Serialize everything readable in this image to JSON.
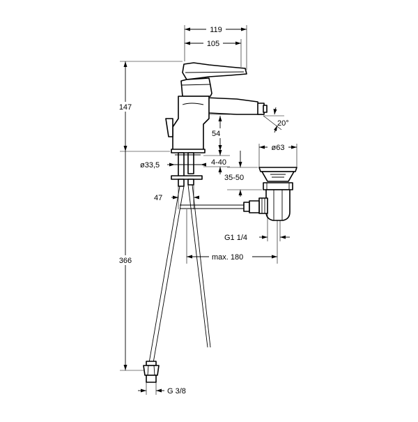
{
  "dimensions": {
    "width_outer": "119",
    "width_inner": "105",
    "height_top": "147",
    "height_spout": "54",
    "angle": "20°",
    "diameter_waste": "ø63",
    "diameter_body": "ø33,5",
    "deck_thickness": "4-40",
    "waste_range": "35-50",
    "hole": "47",
    "thread_waste": "G1 1/4",
    "max_reach": "max. 180",
    "height_hose": "366",
    "thread_hose": "G 3/8"
  },
  "icons": {
    "drawing": "bidet-mixer-technical-drawing"
  }
}
